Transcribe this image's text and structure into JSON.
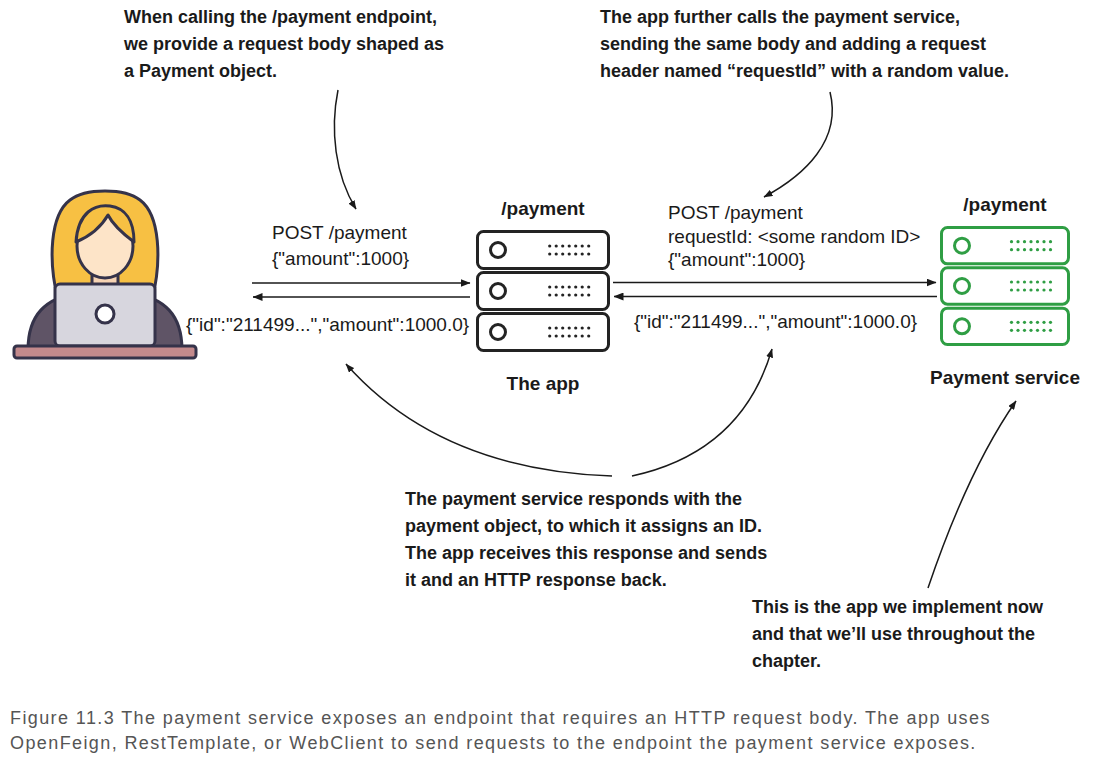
{
  "diagram": {
    "nodes": [
      {
        "text": [
          "/payment",
          "The app"
        ]
      },
      {
        "text": [
          "/payment",
          "Payment service"
        ]
      }
    ],
    "edges": [
      {
        "from": 0,
        "to": 1,
        "arrow": "to"
      },
      {
        "from": 1,
        "to": 0,
        "arrow": "to",
        "label": "{\"id\":\"211499...\",\"amount\":1000.0}"
      }
    ],
    "labels": [
      "When calling the /payment endpoint, we provide a request body shaped as a Payment object.",
      "The app further calls the payment service, sending the same body and adding a request header named “requestId” with a random value.",
      "POST /payment",
      "{\"amount\":1000}",
      "{\"id\":\"211499...\",\"amount\":1000.0}",
      "POST /payment",
      "requestId: <some random ID>",
      "{\"amount\":1000}",
      "The payment service responds with the payment object, to which it assigns an ID. The app receives this response and sends it and an HTTP response back.",
      "This is the app we implement now and that we’ll use throughout the chapter."
    ],
    "caption": "Figure 11.3 The payment service exposes an endpoint that requires an HTTP request body. The app uses OpenFeign, RestTemplate, or WebClient to send requests to the endpoint the payment service exposes."
  }
}
